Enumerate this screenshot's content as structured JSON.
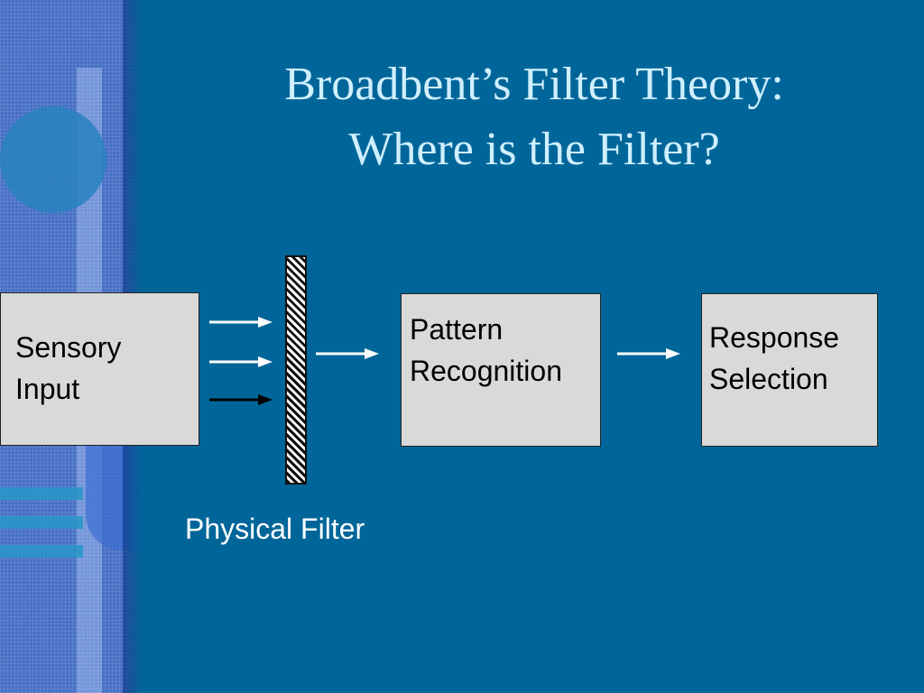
{
  "slide": {
    "title_lines": [
      "Broadbent’s Filter Theory:",
      "Where is the Filter?"
    ],
    "title_color": "#cfefff",
    "background_color": "#006699"
  },
  "diagram": {
    "boxes": {
      "sensory_input": [
        "Sensory",
        "Input"
      ],
      "pattern_recognition": [
        "Pattern",
        "Recognition"
      ],
      "response_selection": [
        "Response",
        "Selection"
      ]
    },
    "filter_label": "Physical Filter",
    "arrow_colors": {
      "input_light": "#ffffff",
      "input_dark": "#000000",
      "flow": "#ffffff"
    }
  }
}
